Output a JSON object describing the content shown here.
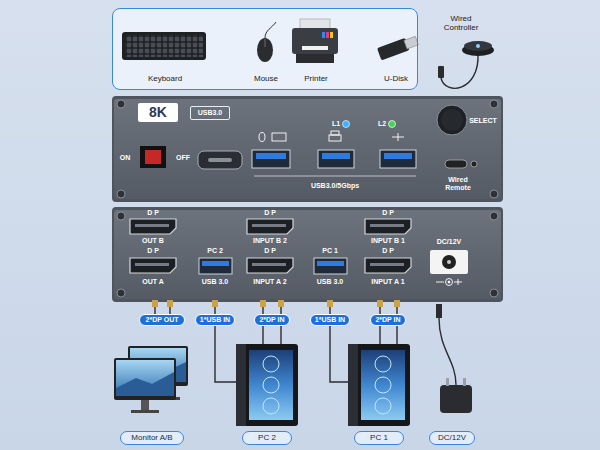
{
  "diagram": {
    "nodes": [
      {
        "text": [
          "Keyboard",
          "Mouse",
          "Printer",
          "U-Disk"
        ]
      },
      {
        "text": [
          "ON",
          "OFF",
          "L1",
          "L2",
          "SELECT",
          "USB3.0/5Gbps",
          "Wired Remote"
        ]
      },
      {
        "text": [
          "8K"
        ],
        "in": 1
      },
      {
        "text": [
          "USB3.0"
        ],
        "in": 1
      },
      {
        "text": [
          "D P",
          "OUT B",
          "D P",
          "OUT A",
          "PC 2",
          "USB 3.0",
          "D P",
          "INPUT B 2",
          "D P",
          "INPUT A 2",
          "PC 1",
          "USB 3.0",
          "D P",
          "INPUT B 1",
          "D P",
          "INPUT A 1",
          "DC/12V"
        ]
      },
      {
        "text": [
          "2*DP OUT"
        ]
      },
      {
        "text": [
          "1*USB IN"
        ]
      },
      {
        "text": [
          "2*DP IN"
        ]
      },
      {
        "text": [
          "1*USB IN"
        ]
      },
      {
        "text": [
          "2*DP IN"
        ]
      },
      {
        "text": [
          "Monitor A/B"
        ]
      },
      {
        "text": [
          "PC 2"
        ]
      },
      {
        "text": [
          "PC 1"
        ]
      },
      {
        "text": [
          "DC/12V"
        ]
      }
    ],
    "labels": [
      "Wired Controller"
    ]
  }
}
